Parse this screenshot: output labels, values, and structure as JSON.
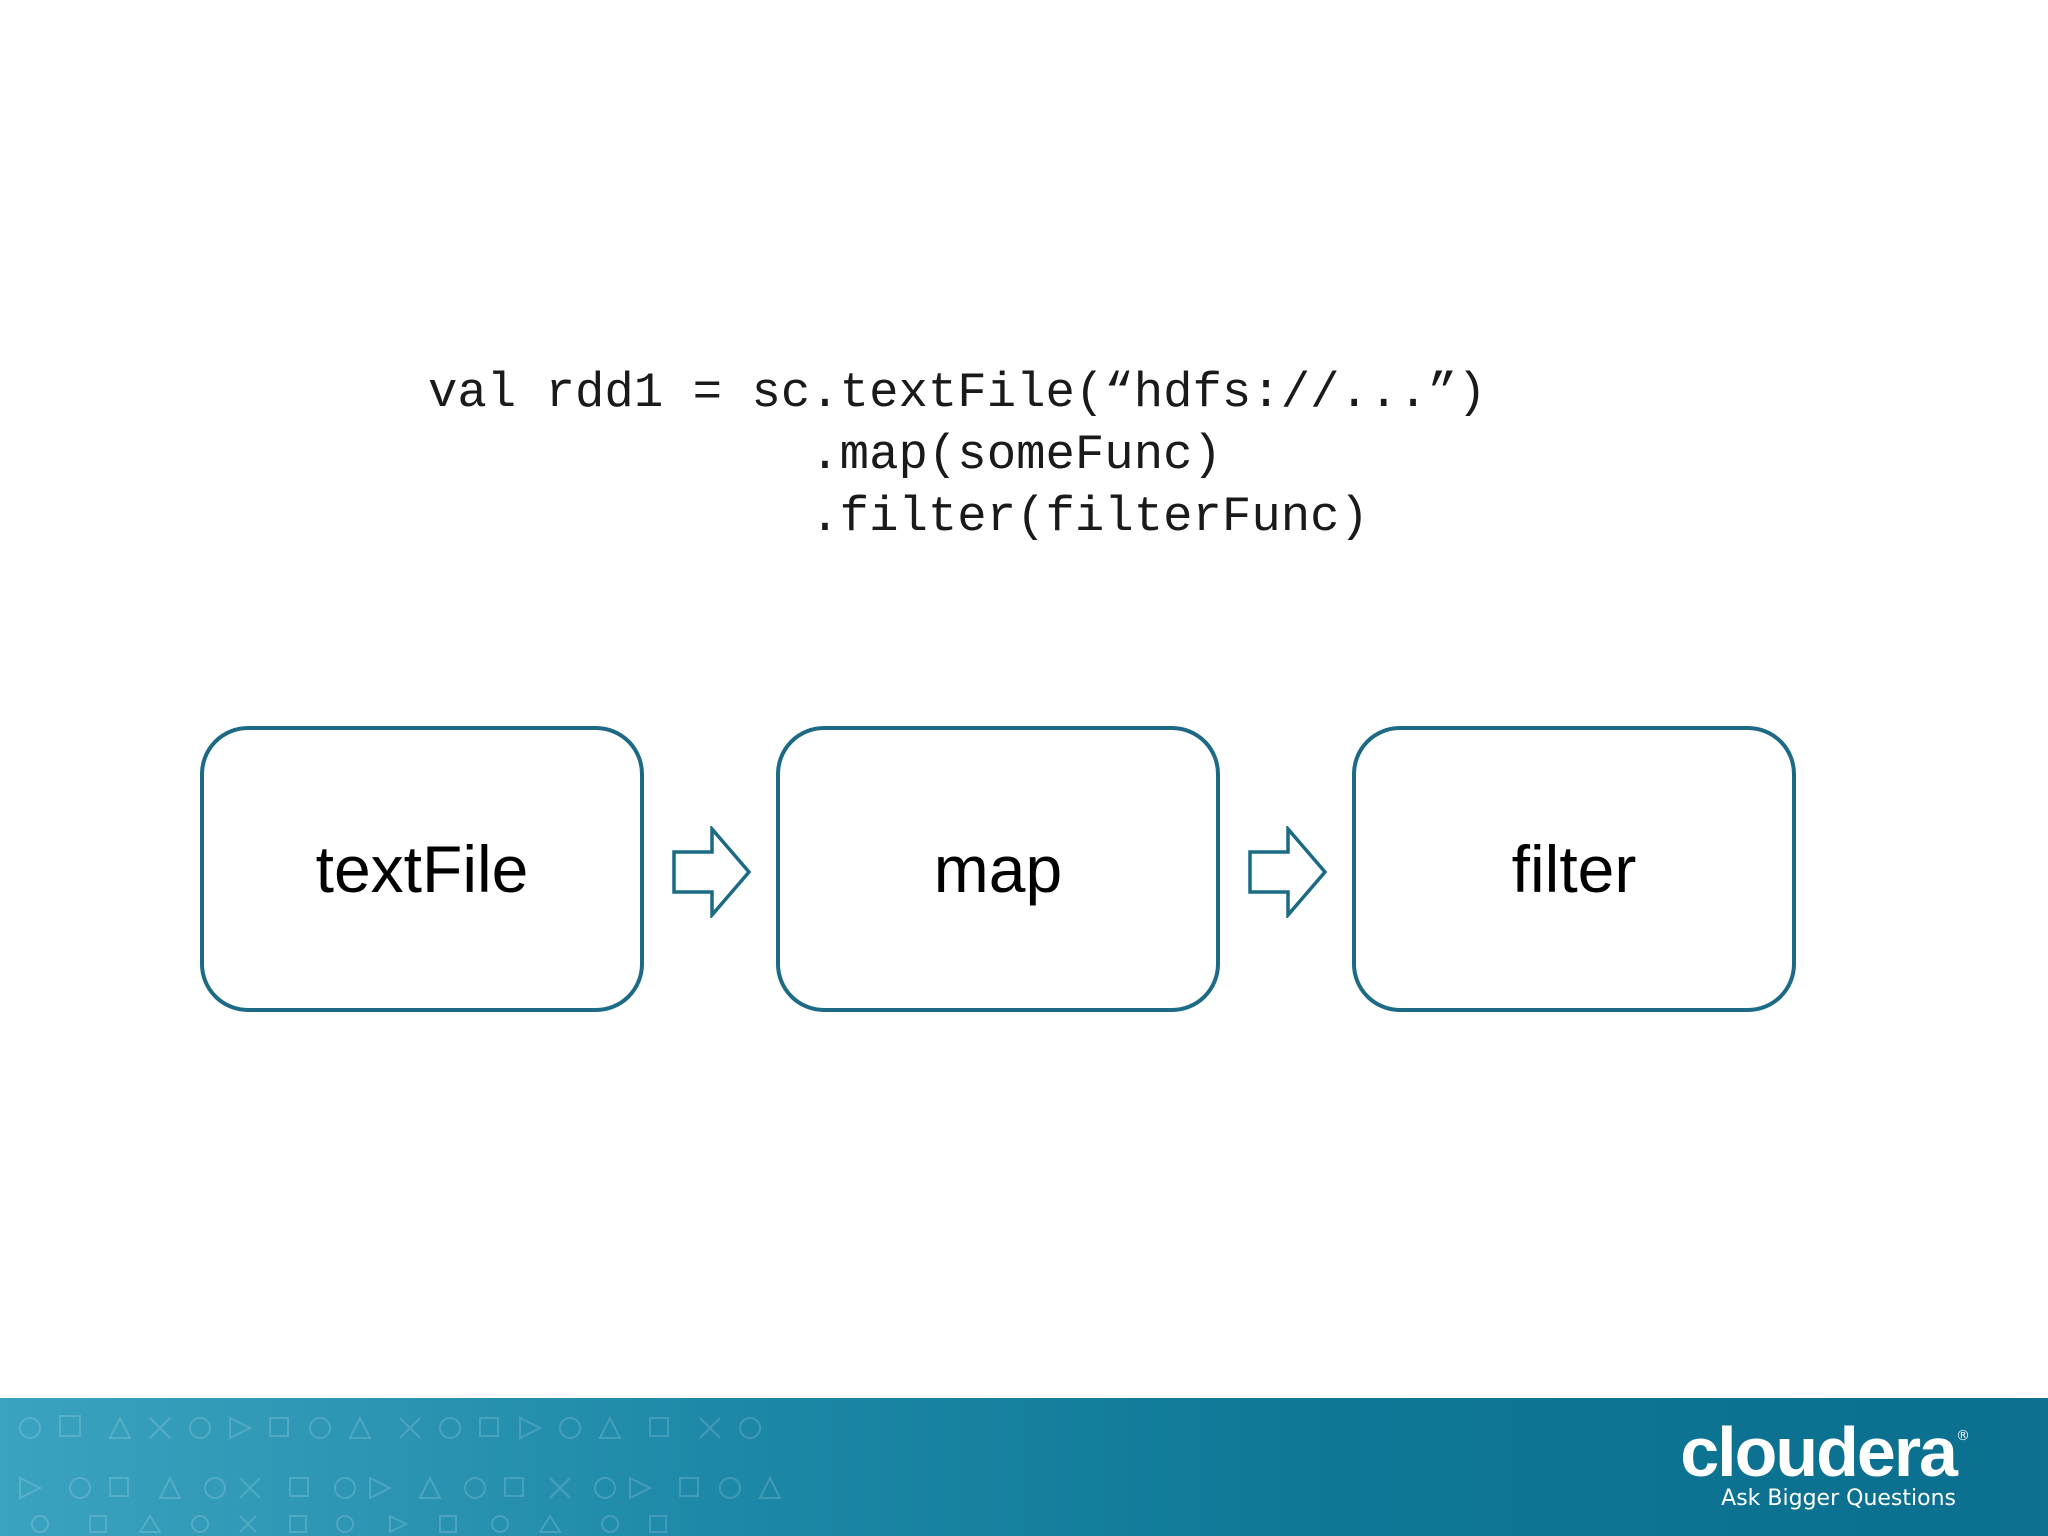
{
  "code": {
    "lines": [
      "val rdd1 = sc.textFile(“hdfs://...”)",
      "             .map(someFunc)",
      "             .filter(filterFunc)"
    ]
  },
  "pipeline": {
    "steps": [
      {
        "label": "textFile"
      },
      {
        "label": "map"
      },
      {
        "label": "filter"
      }
    ],
    "arrow_icon": "right-arrow-icon",
    "border_color": "#1c6a85"
  },
  "footer": {
    "brand": "cloudera",
    "registered_mark": "®",
    "tagline": "Ask Bigger Questions",
    "colors": [
      "#3aa3bf",
      "#1e88a8",
      "#0c6f8f"
    ]
  }
}
